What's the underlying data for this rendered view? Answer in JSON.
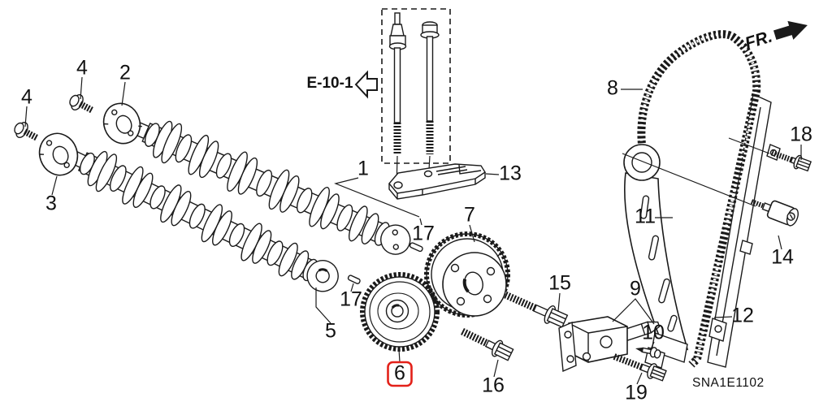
{
  "diagram": {
    "code": "SNA1E1102",
    "frame_ref": "E-10-1",
    "front_indicator": "FR.",
    "highlight_color": "#e32119",
    "line_color": "#1a1a1a",
    "background_color": "#ffffff",
    "highlighted_part": "6"
  },
  "callouts": [
    {
      "part": "4",
      "label": "4"
    },
    {
      "part": "4",
      "label": "4"
    },
    {
      "part": "2",
      "label": "2"
    },
    {
      "part": "3",
      "label": "3"
    },
    {
      "part": "1",
      "label": "1"
    },
    {
      "part": "13",
      "label": "13"
    },
    {
      "part": "17",
      "label": "17"
    },
    {
      "part": "7",
      "label": "7"
    },
    {
      "part": "17",
      "label": "17"
    },
    {
      "part": "5",
      "label": "5"
    },
    {
      "part": "6",
      "label": "6",
      "highlighted": true
    },
    {
      "part": "15",
      "label": "15"
    },
    {
      "part": "16",
      "label": "16"
    },
    {
      "part": "8",
      "label": "8"
    },
    {
      "part": "11",
      "label": "11"
    },
    {
      "part": "18",
      "label": "18"
    },
    {
      "part": "14",
      "label": "14"
    },
    {
      "part": "12",
      "label": "12"
    },
    {
      "part": "9",
      "label": "9"
    },
    {
      "part": "10",
      "label": "10"
    },
    {
      "part": "19",
      "label": "19"
    }
  ]
}
